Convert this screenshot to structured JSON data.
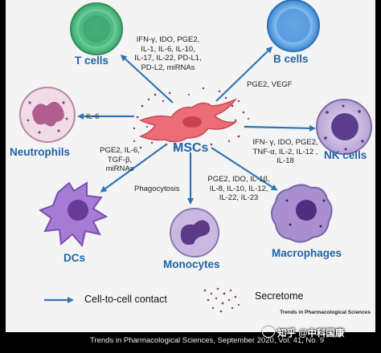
{
  "cells": {
    "t_cells": "T cells",
    "b_cells": "B cells",
    "neutrophils": "Neutrophils",
    "nk_cells": "NK cells",
    "dcs": "DCs",
    "monocytes": "Monocytes",
    "macrophages": "Macrophages",
    "mscs": "MSCs"
  },
  "factors": {
    "t_cells": [
      "IFN-γ, IDO, PGE2,",
      "IL-1, IL-6, IL-10,",
      "IL-17, IL-22, PD-L1,",
      "PD-L2, miRNAs"
    ],
    "b_cells": [
      "PGE2, VEGF"
    ],
    "neutrophils": [
      "IL-6"
    ],
    "nk_cells": [
      "IFN- γ, IDO, PGE2,",
      "TNF-α, IL-2, IL-12 ,",
      "IL-18"
    ],
    "dcs": [
      "PGE2, IL-6,",
      "TGF-β,",
      "miRNAs"
    ],
    "monocytes": [
      "Phagocytosis"
    ],
    "macrophages": [
      "PGE2, IDO, IL-1β,",
      "IL-8, IL-10, IL-12,",
      "IL-22, IL-23"
    ]
  },
  "legend": {
    "arrow_label": "Cell-to-cell contact",
    "secretome_label": "Secretome"
  },
  "journal_mark": "Trends in Pharmacological Sciences",
  "footer": "Trends in Pharmacological Sciences, September 2020, Vol. 41, No. 9",
  "watermark": "知乎 @中科国康",
  "colors": {
    "arrow": "#2e74b5",
    "label": "#1f63a8",
    "msc": "#e8646c"
  }
}
